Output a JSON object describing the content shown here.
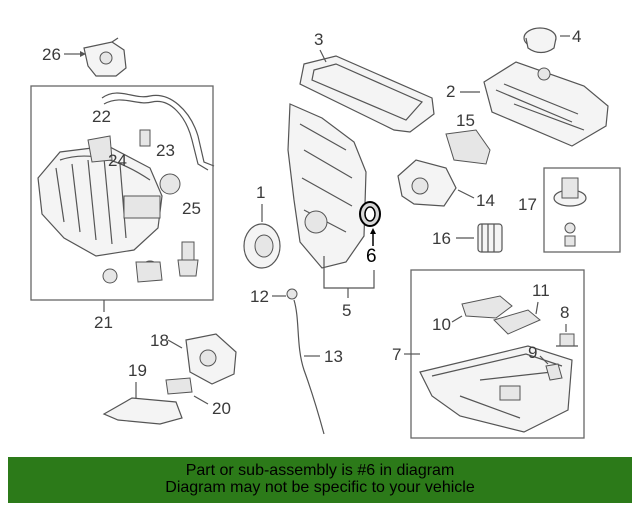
{
  "diagram": {
    "labels": {
      "p1": "1",
      "p2": "2",
      "p3": "3",
      "p4": "4",
      "p5": "5",
      "p6": "6",
      "p7": "7",
      "p8": "8",
      "p9": "9",
      "p10": "10",
      "p11": "11",
      "p12": "12",
      "p13": "13",
      "p14": "14",
      "p15": "15",
      "p16": "16",
      "p17": "17",
      "p18": "18",
      "p19": "19",
      "p20": "20",
      "p21": "21",
      "p22": "22",
      "p23": "23",
      "p24": "24",
      "p25": "25",
      "p26": "26"
    },
    "highlight_color": "#000000",
    "label_color": "#3a3a3a"
  },
  "footer": {
    "line1": "Part or sub-assembly is #6 in diagram",
    "line2": "Diagram may not be specific to your vehicle",
    "background": "#2c7a19"
  }
}
